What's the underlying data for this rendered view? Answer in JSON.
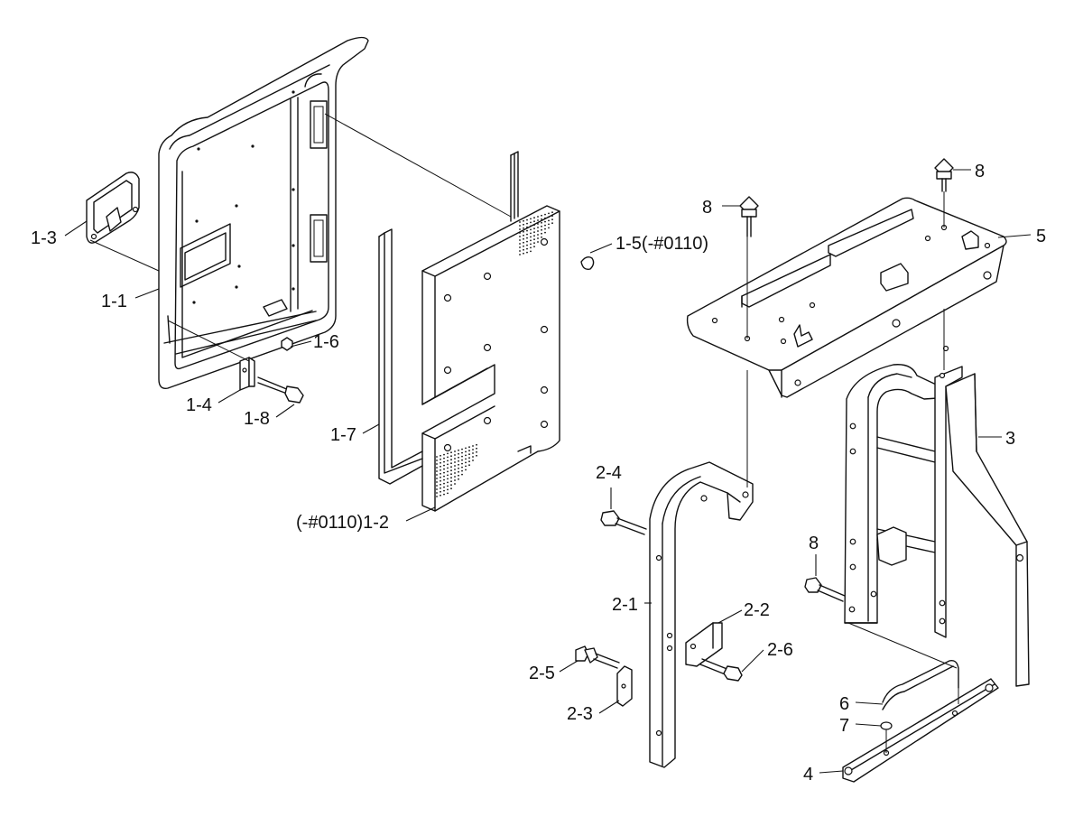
{
  "labels": {
    "l_1_3": "1-3",
    "l_1_1": "1-1",
    "l_1_6": "1-6",
    "l_1_4": "1-4",
    "l_1_8": "1-8",
    "l_1_5": "1-5(-#0110)",
    "l_1_7": "1-7",
    "l_1_2": "(-#0110)1-2",
    "l_8a": "8",
    "l_8b": "8",
    "l_8c": "8",
    "l_5": "5",
    "l_3": "3",
    "l_2_4": "2-4",
    "l_2_1": "2-1",
    "l_2_2": "2-2",
    "l_2_6": "2-6",
    "l_2_5": "2-5",
    "l_2_3": "2-3",
    "l_6": "6",
    "l_7": "7",
    "l_4": "4"
  }
}
